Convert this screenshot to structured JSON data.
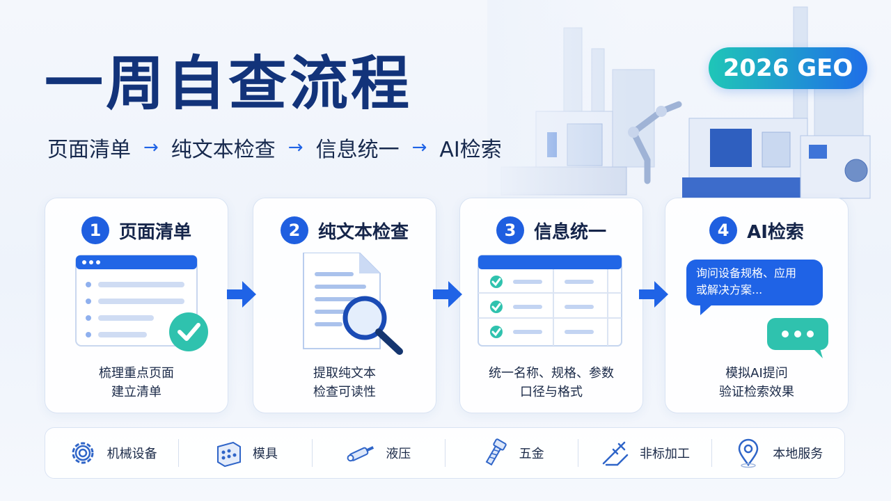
{
  "header": {
    "title": "一周自查流程",
    "badge": "2026 GEO",
    "flow": [
      "页面清单",
      "纯文本检查",
      "信息统一",
      "AI检索"
    ],
    "arrow": "→"
  },
  "steps": [
    {
      "num": "1",
      "title": "页面清单",
      "desc": [
        "梳理重点页面",
        "建立清单"
      ],
      "icon": "browser-checklist-icon"
    },
    {
      "num": "2",
      "title": "纯文本检查",
      "desc": [
        "提取纯文本",
        "检查可读性"
      ],
      "icon": "document-magnifier-icon"
    },
    {
      "num": "3",
      "title": "信息统一",
      "desc": [
        "统一名称、规格、参数",
        "口径与格式"
      ],
      "icon": "table-check-icon"
    },
    {
      "num": "4",
      "title": "AI检索",
      "desc": [
        "模拟AI提问",
        "验证检索效果"
      ],
      "icon": "chat-bubble-icon",
      "bubble": [
        "询问设备规格、应用",
        "或解决方案..."
      ]
    }
  ],
  "categories": [
    {
      "label": "机械设备",
      "icon": "gear-icon"
    },
    {
      "label": "模具",
      "icon": "mold-block-icon"
    },
    {
      "label": "液压",
      "icon": "hydraulic-cylinder-icon"
    },
    {
      "label": "五金",
      "icon": "bolt-icon"
    },
    {
      "label": "非标加工",
      "icon": "caliper-icon"
    },
    {
      "label": "本地服务",
      "icon": "location-pin-icon"
    }
  ],
  "colors": {
    "primary": "#1f5fe0",
    "title": "#12337a",
    "teal": "#25c2b0"
  }
}
